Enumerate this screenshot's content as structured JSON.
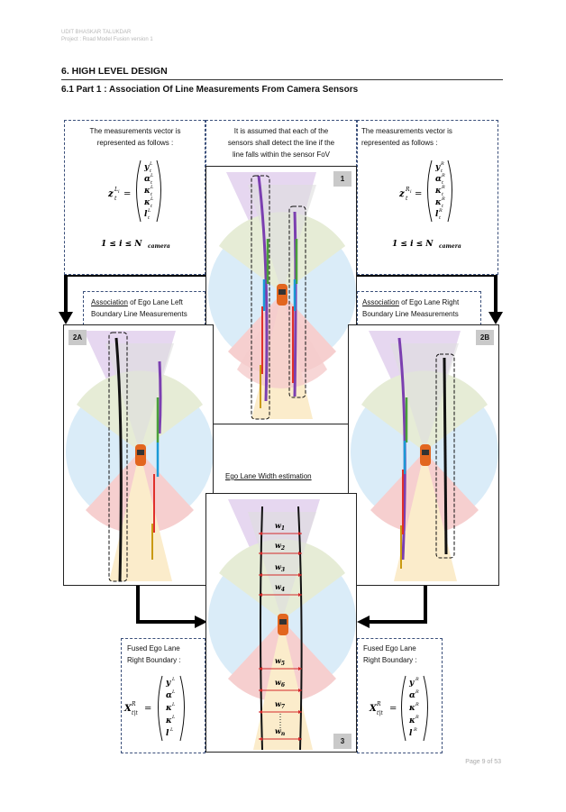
{
  "header": {
    "author": "UDIT BHASKAR TALUKDAR",
    "project": "Project : Road Model Fusion version 1"
  },
  "section_title": "6. HIGH LEVEL DESIGN",
  "subsection_title": "6.1 Part 1 : Association Of Line Measurements From Camera Sensors",
  "left_vector": {
    "line1": "The measurements vector is",
    "line2": "represented as follows :"
  },
  "center_note": {
    "line1": "It is assumed that each of the",
    "line2": "sensors shall detect the line if the",
    "line3": "line falls within the sensor FoV"
  },
  "right_vector": {
    "line1": "The measurements vector is",
    "line2": "represented as follows :"
  },
  "assoc_left": {
    "word": "Association",
    "rest1": " of Ego Lane Left",
    "line2": "Boundary Line Measurements"
  },
  "assoc_right": {
    "word": "Association",
    "rest1": " of Ego Lane Right",
    "line2": "Boundary Line Measurements"
  },
  "width_title": "Ego Lane Width estimation",
  "tags": {
    "t1": "1",
    "t2a": "2A",
    "t2b": "2B",
    "t3": "3"
  },
  "fused_left": {
    "line1": "Fused Ego Lane",
    "line2": "Right Boundary :"
  },
  "fused_right": {
    "line1": "Fused Ego Lane",
    "line2": "Right Boundary :"
  },
  "widths": [
    "w1",
    "w2",
    "w3",
    "w4",
    "w5",
    "w6",
    "w7",
    "wn"
  ],
  "footer": "Page 9 of 53"
}
